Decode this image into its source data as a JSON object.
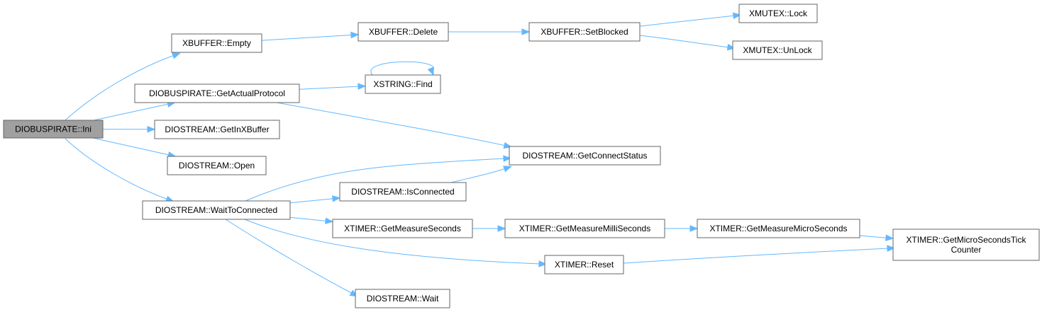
{
  "colors": {
    "root_fill": "#a0a0a0",
    "node_fill": "#ffffff",
    "node_border": "#666666",
    "edge": "#63b8ff"
  },
  "nodes": [
    {
      "id": "ini",
      "label": "DIOBUSPIRATE::Ini",
      "root": true
    },
    {
      "id": "xbuffer_empty",
      "label": "XBUFFER::Empty"
    },
    {
      "id": "xbuffer_delete",
      "label": "XBUFFER::Delete"
    },
    {
      "id": "xbuffer_setblocked",
      "label": "XBUFFER::SetBlocked"
    },
    {
      "id": "xmutex_lock",
      "label": "XMUTEX::Lock"
    },
    {
      "id": "xmutex_unlock",
      "label": "XMUTEX::UnLock"
    },
    {
      "id": "getactualprotocol",
      "label": "DIOBUSPIRATE::GetActualProtocol"
    },
    {
      "id": "xstring_find",
      "label": "XSTRING::Find"
    },
    {
      "id": "getinxbuffer",
      "label": "DIOSTREAM::GetInXBuffer"
    },
    {
      "id": "open",
      "label": "DIOSTREAM::Open"
    },
    {
      "id": "getconnectstatus",
      "label": "DIOSTREAM::GetConnectStatus"
    },
    {
      "id": "isconnected",
      "label": "DIOSTREAM::IsConnected"
    },
    {
      "id": "waittoconnected",
      "label": "DIOSTREAM::WaitToConnected"
    },
    {
      "id": "getmeasureseconds",
      "label": "XTIMER::GetMeasureSeconds"
    },
    {
      "id": "getmeasuremilliseconds",
      "label": "XTIMER::GetMeasureMilliSeconds"
    },
    {
      "id": "getmeasuremicroseconds",
      "label": "XTIMER::GetMeasureMicroSeconds"
    },
    {
      "id": "getmicrosecondstick",
      "label": [
        "XTIMER::GetMicroSecondsTick",
        "Counter"
      ]
    },
    {
      "id": "reset",
      "label": "XTIMER::Reset"
    },
    {
      "id": "wait",
      "label": "DIOSTREAM::Wait"
    }
  ],
  "edges": [
    [
      "ini",
      "xbuffer_empty"
    ],
    [
      "ini",
      "getactualprotocol"
    ],
    [
      "ini",
      "getinxbuffer"
    ],
    [
      "ini",
      "open"
    ],
    [
      "ini",
      "waittoconnected"
    ],
    [
      "xbuffer_empty",
      "xbuffer_delete"
    ],
    [
      "xbuffer_delete",
      "xbuffer_setblocked"
    ],
    [
      "xbuffer_setblocked",
      "xmutex_lock"
    ],
    [
      "xbuffer_setblocked",
      "xmutex_unlock"
    ],
    [
      "getactualprotocol",
      "xstring_find"
    ],
    [
      "getactualprotocol",
      "getconnectstatus"
    ],
    [
      "xstring_find",
      "xstring_find"
    ],
    [
      "waittoconnected",
      "getconnectstatus"
    ],
    [
      "waittoconnected",
      "isconnected"
    ],
    [
      "waittoconnected",
      "getmeasureseconds"
    ],
    [
      "waittoconnected",
      "reset"
    ],
    [
      "waittoconnected",
      "wait"
    ],
    [
      "isconnected",
      "getconnectstatus"
    ],
    [
      "getmeasureseconds",
      "getmeasuremilliseconds"
    ],
    [
      "getmeasuremilliseconds",
      "getmeasuremicroseconds"
    ],
    [
      "getmeasuremicroseconds",
      "getmicrosecondstick"
    ],
    [
      "reset",
      "getmicrosecondstick"
    ]
  ]
}
